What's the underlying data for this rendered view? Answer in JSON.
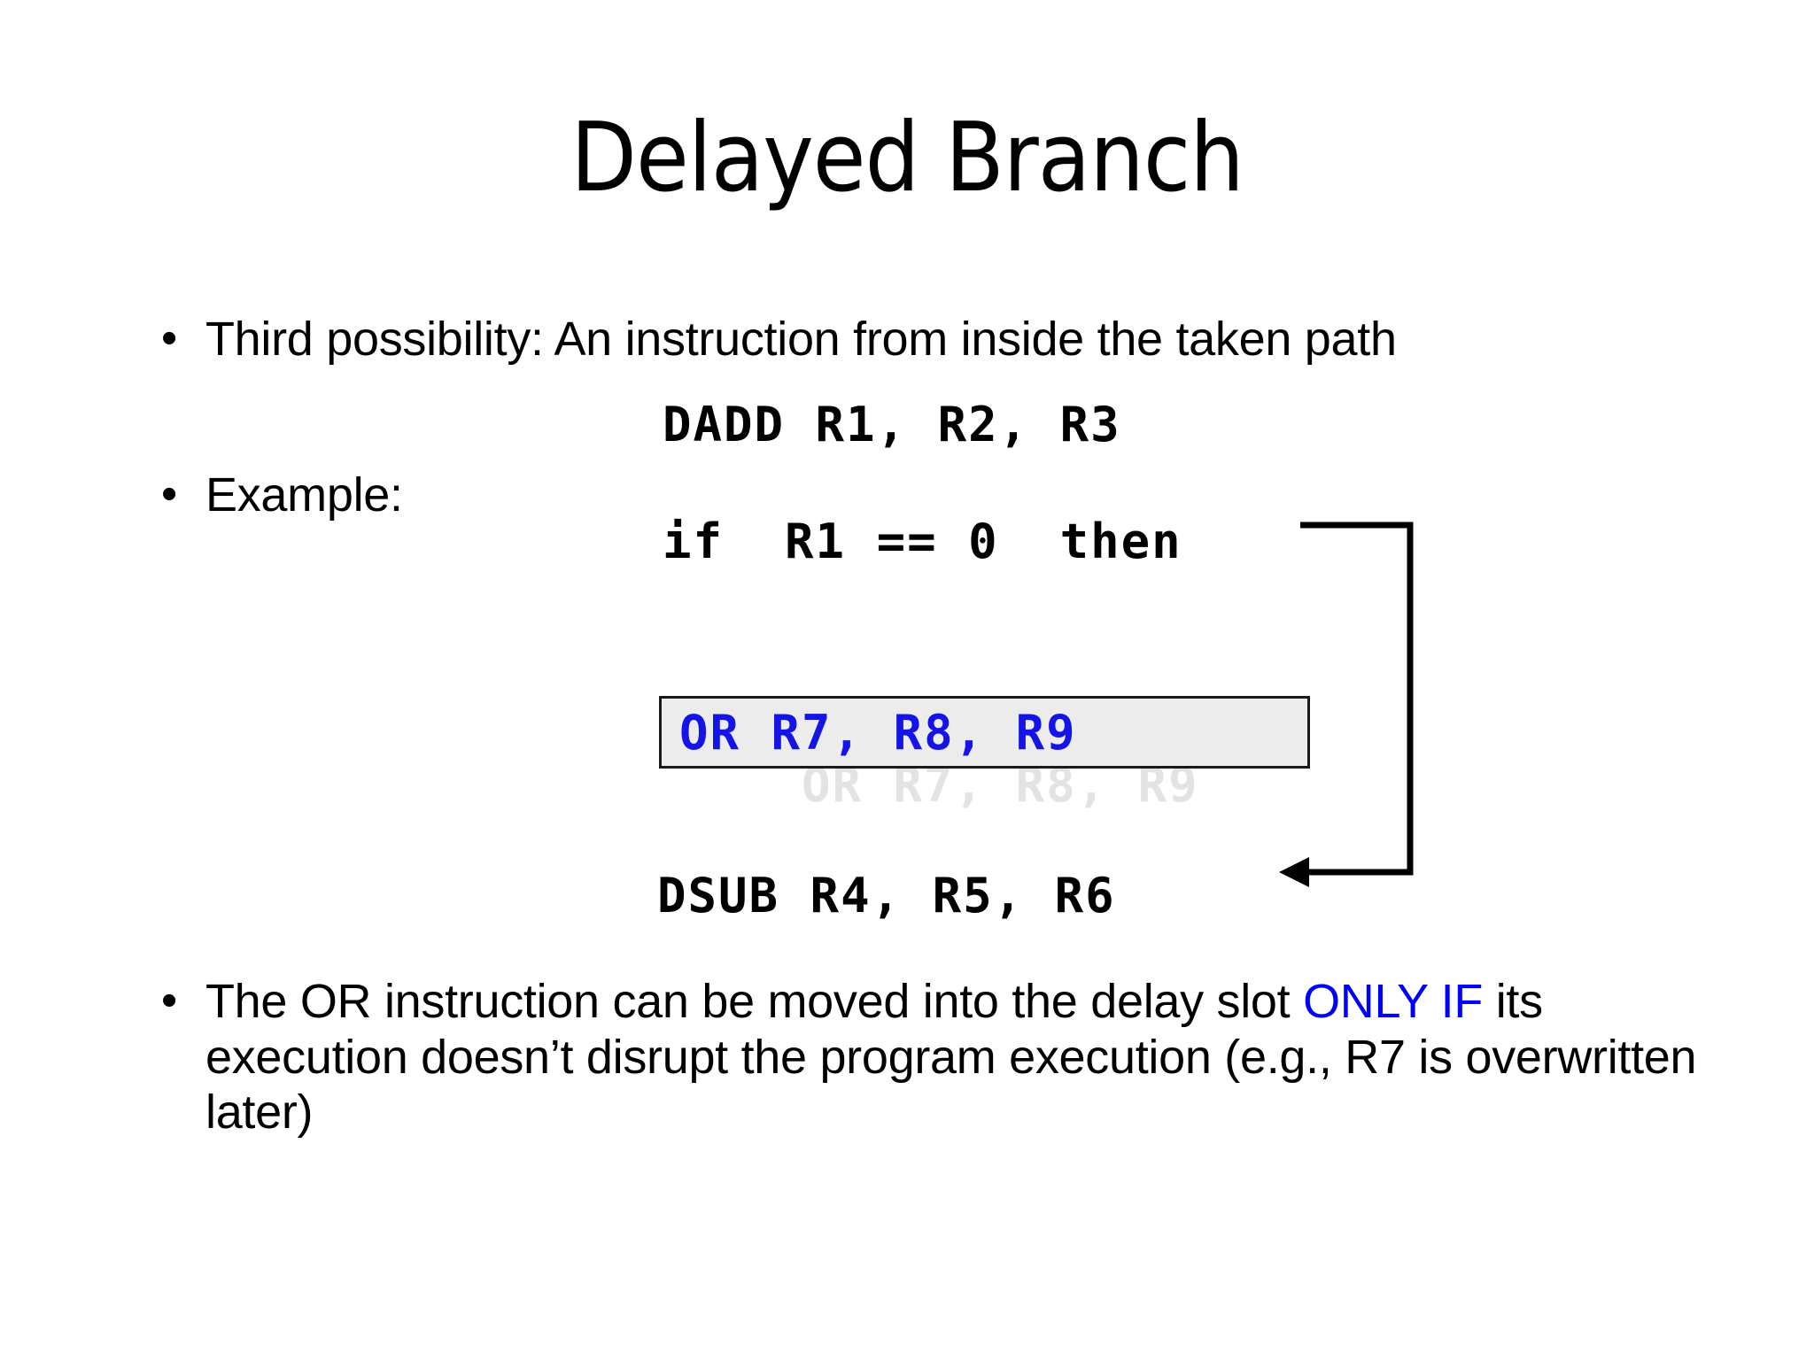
{
  "slide": {
    "title": "Delayed Branch",
    "background_color": "#ffffff",
    "accent_color": "#0000FF"
  },
  "bullets": [
    {
      "marker": "•",
      "text": "Third possibility: An instruction from inside the taken path"
    },
    {
      "marker": "•",
      "text": "Example:"
    }
  ],
  "closing_bullet": {
    "marker": "•",
    "part_1": "The OR instruction can be moved into the delay slot ",
    "highlight": "ONLY IF",
    "part_2": " its execution doesn’t disrupt the program execution (e.g., R7 is overwritten later)",
    "highlight_color": "#0000FF"
  },
  "code": {
    "line_dadd": "DADD R1, R2, R3",
    "line_if": "if  R1 == 0  then",
    "line_or_highlighted": "OR R7, R8, R9",
    "line_or_ghost": "OR R7, R8, R9",
    "line_dsub": "DSUB R4, R5, R6",
    "highlight_box": {
      "fill_color": "#ececec",
      "border_color": "#1a1a1a",
      "text_color": "#1414E6"
    },
    "ghost_text_color": "#e3e3e3"
  },
  "arrow": {
    "label": "branch-target-arrow",
    "color": "#000000",
    "description": "from then-clause down to DSUB"
  }
}
